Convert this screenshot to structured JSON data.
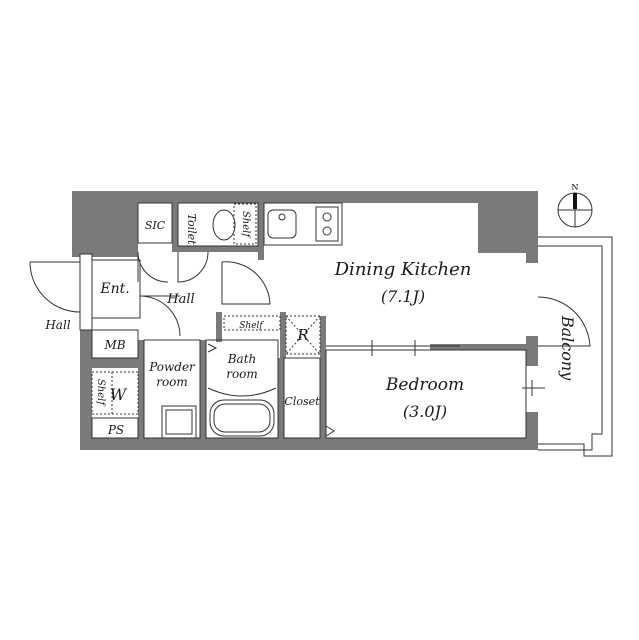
{
  "plan": {
    "rooms": [
      {
        "id": "dining-kitchen",
        "label": "Dining Kitchen",
        "area": "(7.1J)"
      },
      {
        "id": "bedroom",
        "label": "Bedroom",
        "area": "(3.0J)"
      },
      {
        "id": "balcony",
        "label": "Balcony"
      },
      {
        "id": "entrance",
        "label": "Ent."
      },
      {
        "id": "hall-inner",
        "label": "Hall"
      },
      {
        "id": "hall-outer",
        "label": "Hall"
      },
      {
        "id": "sic",
        "label": "SIC"
      },
      {
        "id": "toilet",
        "label": "Toilet"
      },
      {
        "id": "toilet-shelf",
        "label": "Shelf"
      },
      {
        "id": "shelf",
        "label": "Shelf"
      },
      {
        "id": "refrigerator",
        "label": "R"
      },
      {
        "id": "mb",
        "label": "MB"
      },
      {
        "id": "powder-room",
        "label": "Powder\nroom",
        "line1": "Powder",
        "line2": "room"
      },
      {
        "id": "bath-room",
        "label": "Bath room",
        "line1": "Bath",
        "line2": "room"
      },
      {
        "id": "washer",
        "label": "W"
      },
      {
        "id": "washer-shelf",
        "label": "Shelf"
      },
      {
        "id": "ps",
        "label": "PS"
      },
      {
        "id": "closet",
        "label": "Closet"
      }
    ],
    "compass": {
      "label": "N"
    },
    "colors": {
      "wall": "#7a7a7a",
      "line": "#333333",
      "background": "#ffffff"
    }
  }
}
